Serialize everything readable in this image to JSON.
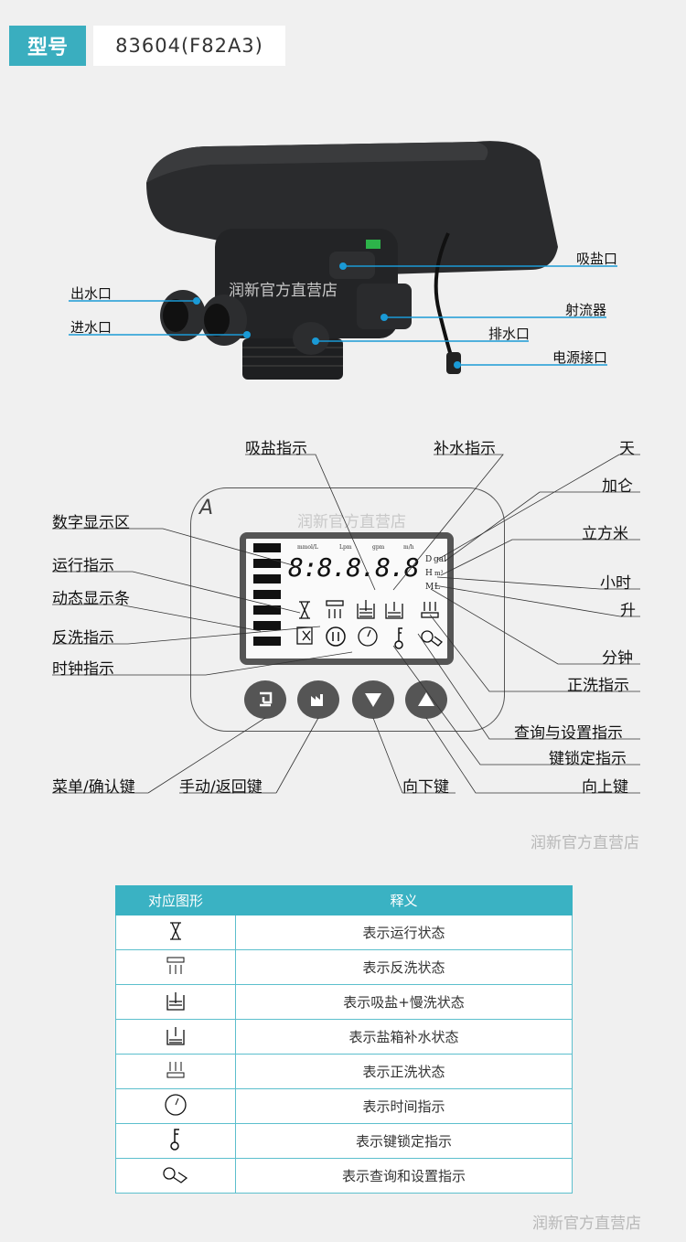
{
  "header": {
    "model_label": "型号",
    "model_value": "83604(F82A3)"
  },
  "watermark": "润新官方直营店",
  "valve_labels": {
    "salt_inlet": "吸盐口",
    "outlet": "出水口",
    "inlet": "进水口",
    "injector": "射流器",
    "drain": "排水口",
    "power": "电源接口"
  },
  "panel_labels": {
    "salt_ind": "吸盐指示",
    "refill_ind": "补水指示",
    "day": "天",
    "gallon": "加仑",
    "cubic": "立方米",
    "hour": "小时",
    "liter": "升",
    "minute": "分钟",
    "rinse_ind": "正洗指示",
    "query_ind": "查询与设置指示",
    "lock_ind": "键锁定指示",
    "up_key": "向上键",
    "down_key": "向下键",
    "manual_key": "手动/返回键",
    "menu_key": "菜单/确认键",
    "digit_area": "数字显示区",
    "run_ind": "运行指示",
    "dyn_bar": "动态显示条",
    "backwash_ind": "反洗指示",
    "clock_ind": "时钟指示"
  },
  "lcd": {
    "digits": "8:8.8.8.8",
    "units": [
      "mmol/L",
      "Lpm",
      "gpm",
      "m/h"
    ],
    "side": [
      "D",
      "gal",
      "H",
      "m³",
      "M",
      "L"
    ]
  },
  "table": {
    "headers": [
      "对应图形",
      "释义"
    ],
    "rows": [
      {
        "icon": "hourglass-icon",
        "text": "表示运行状态"
      },
      {
        "icon": "backwash-icon",
        "text": "表示反洗状态"
      },
      {
        "icon": "brine-draw-icon",
        "text": "表示吸盐+慢洗状态"
      },
      {
        "icon": "refill-icon",
        "text": "表示盐箱补水状态"
      },
      {
        "icon": "rinse-icon",
        "text": "表示正洗状态"
      },
      {
        "icon": "clock-icon",
        "text": "表示时间指示"
      },
      {
        "icon": "key-icon",
        "text": "表示键锁定指示"
      },
      {
        "icon": "wrench-icon",
        "text": "表示查询和设置指示"
      }
    ]
  }
}
